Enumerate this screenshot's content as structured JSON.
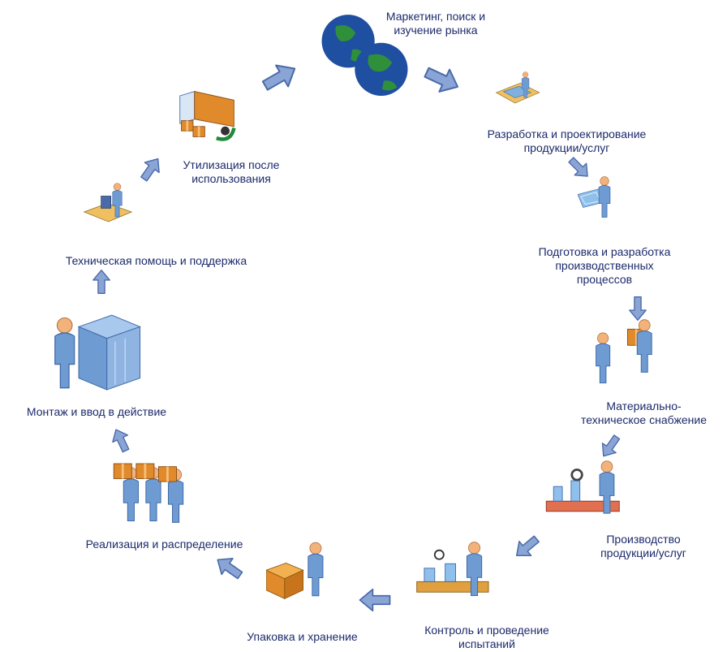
{
  "colors": {
    "label_text": "#1c2a6b",
    "arrow_fill": "#8aa4d6",
    "arrow_stroke": "#4a6aa8",
    "person_blue": "#6f9bd3",
    "person_skin": "#f2b27a",
    "box_orange": "#e08a2c",
    "globe_blue": "#1f4fa0",
    "globe_green": "#2f8f3a"
  },
  "stages": [
    {
      "label": "Маркетинг, поиск и\nизучение рынка",
      "icon": "globes-icon"
    },
    {
      "label": "Разработка и проектирование\nпродукции/услуг",
      "icon": "designer-at-desk-icon"
    },
    {
      "label": "Подготовка и разработка\nпроизводственных\nпроцессов",
      "icon": "engineer-with-blueprint-icon"
    },
    {
      "label": "Материально-\nтехническое снабжение",
      "icon": "two-workers-with-box-icon"
    },
    {
      "label": "Производство\nпродукции/услуг",
      "icon": "production-line-icon"
    },
    {
      "label": "Контроль и проведение\nиспытаний",
      "icon": "inspection-conveyor-icon"
    },
    {
      "label": "Упаковка и хранение",
      "icon": "packing-box-icon"
    },
    {
      "label": "Реализация и распределение",
      "icon": "workers-carrying-boxes-icon"
    },
    {
      "label": "Монтаж и ввод в действие",
      "icon": "server-rack-installer-icon"
    },
    {
      "label": "Техническая помощь и поддержка",
      "icon": "support-operator-icon"
    },
    {
      "label": "Утилизация после\nиспользования",
      "icon": "delivery-truck-icon"
    }
  ]
}
